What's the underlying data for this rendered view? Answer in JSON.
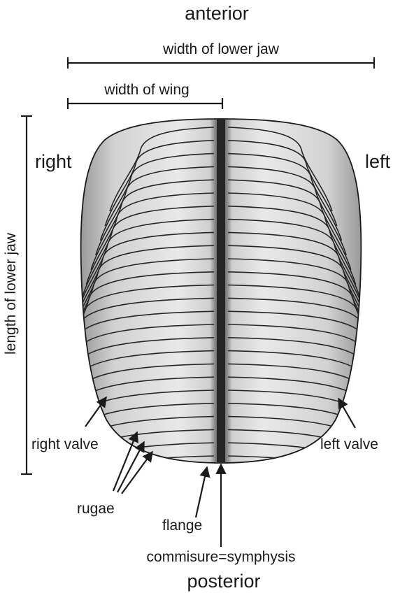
{
  "labels": {
    "anterior": "anterior",
    "posterior": "posterior",
    "width_of_lower_jaw": "width of lower jaw",
    "width_of_wing": "width of wing",
    "length_of_lower_jaw": "length of lower jaw",
    "right": "right",
    "left": "left",
    "right_valve": "right valve",
    "left_valve": "left valve",
    "rugae": "rugae",
    "flange": "flange",
    "commisure": "commisure=symphysis"
  },
  "colors": {
    "ink": "#1a1a1a",
    "jaw_fill": "#e4e4e4",
    "symphysis": "#2a2a2a"
  }
}
